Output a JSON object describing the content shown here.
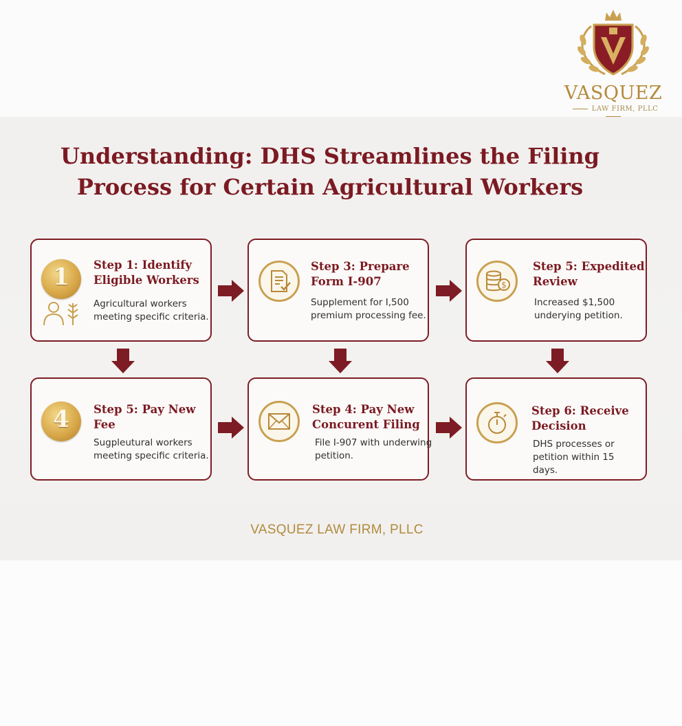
{
  "logo": {
    "name": "VASQUEZ",
    "subtitle": "LAW FIRM, PLLC"
  },
  "title": {
    "line1": "Understanding: DHS Streamlines the Filing",
    "line2": "Process for Certain Agricultural Workers"
  },
  "steps": [
    {
      "heading": "Step 1: Identify Eligible Workers",
      "desc": "Agricultural workers meeting specific criteria.",
      "badge": "1",
      "icon": "worker-and-wheat-icon"
    },
    {
      "heading": "Step 3: Prepare Form I-907",
      "desc": "Supplement for I,500 premium processing fee.",
      "icon": "document-check-icon"
    },
    {
      "heading": "Step 5: Expedited Review",
      "desc": "Increased $1,500 underying petition.",
      "icon": "coins-dollar-icon"
    },
    {
      "heading": "Step 5: Pay New Fee",
      "desc": "Sugpleutural workers meeting specific criteria.",
      "badge": "4",
      "icon": "number-badge-icon"
    },
    {
      "heading": "Step 4: Pay New Concurent Filing",
      "desc": "File I-907 with underwing petition.",
      "icon": "envelope-icon"
    },
    {
      "heading": "Step 6: Receive Decision",
      "desc": "DHS processes or petition within 15 days.",
      "icon": "stopwatch-icon"
    }
  ],
  "footer": "VASQUEZ LAW FIRM, PLLC",
  "colors": {
    "maroon": "#7b1a22",
    "gold": "#c9a050",
    "panel": "#f2f1ef"
  }
}
